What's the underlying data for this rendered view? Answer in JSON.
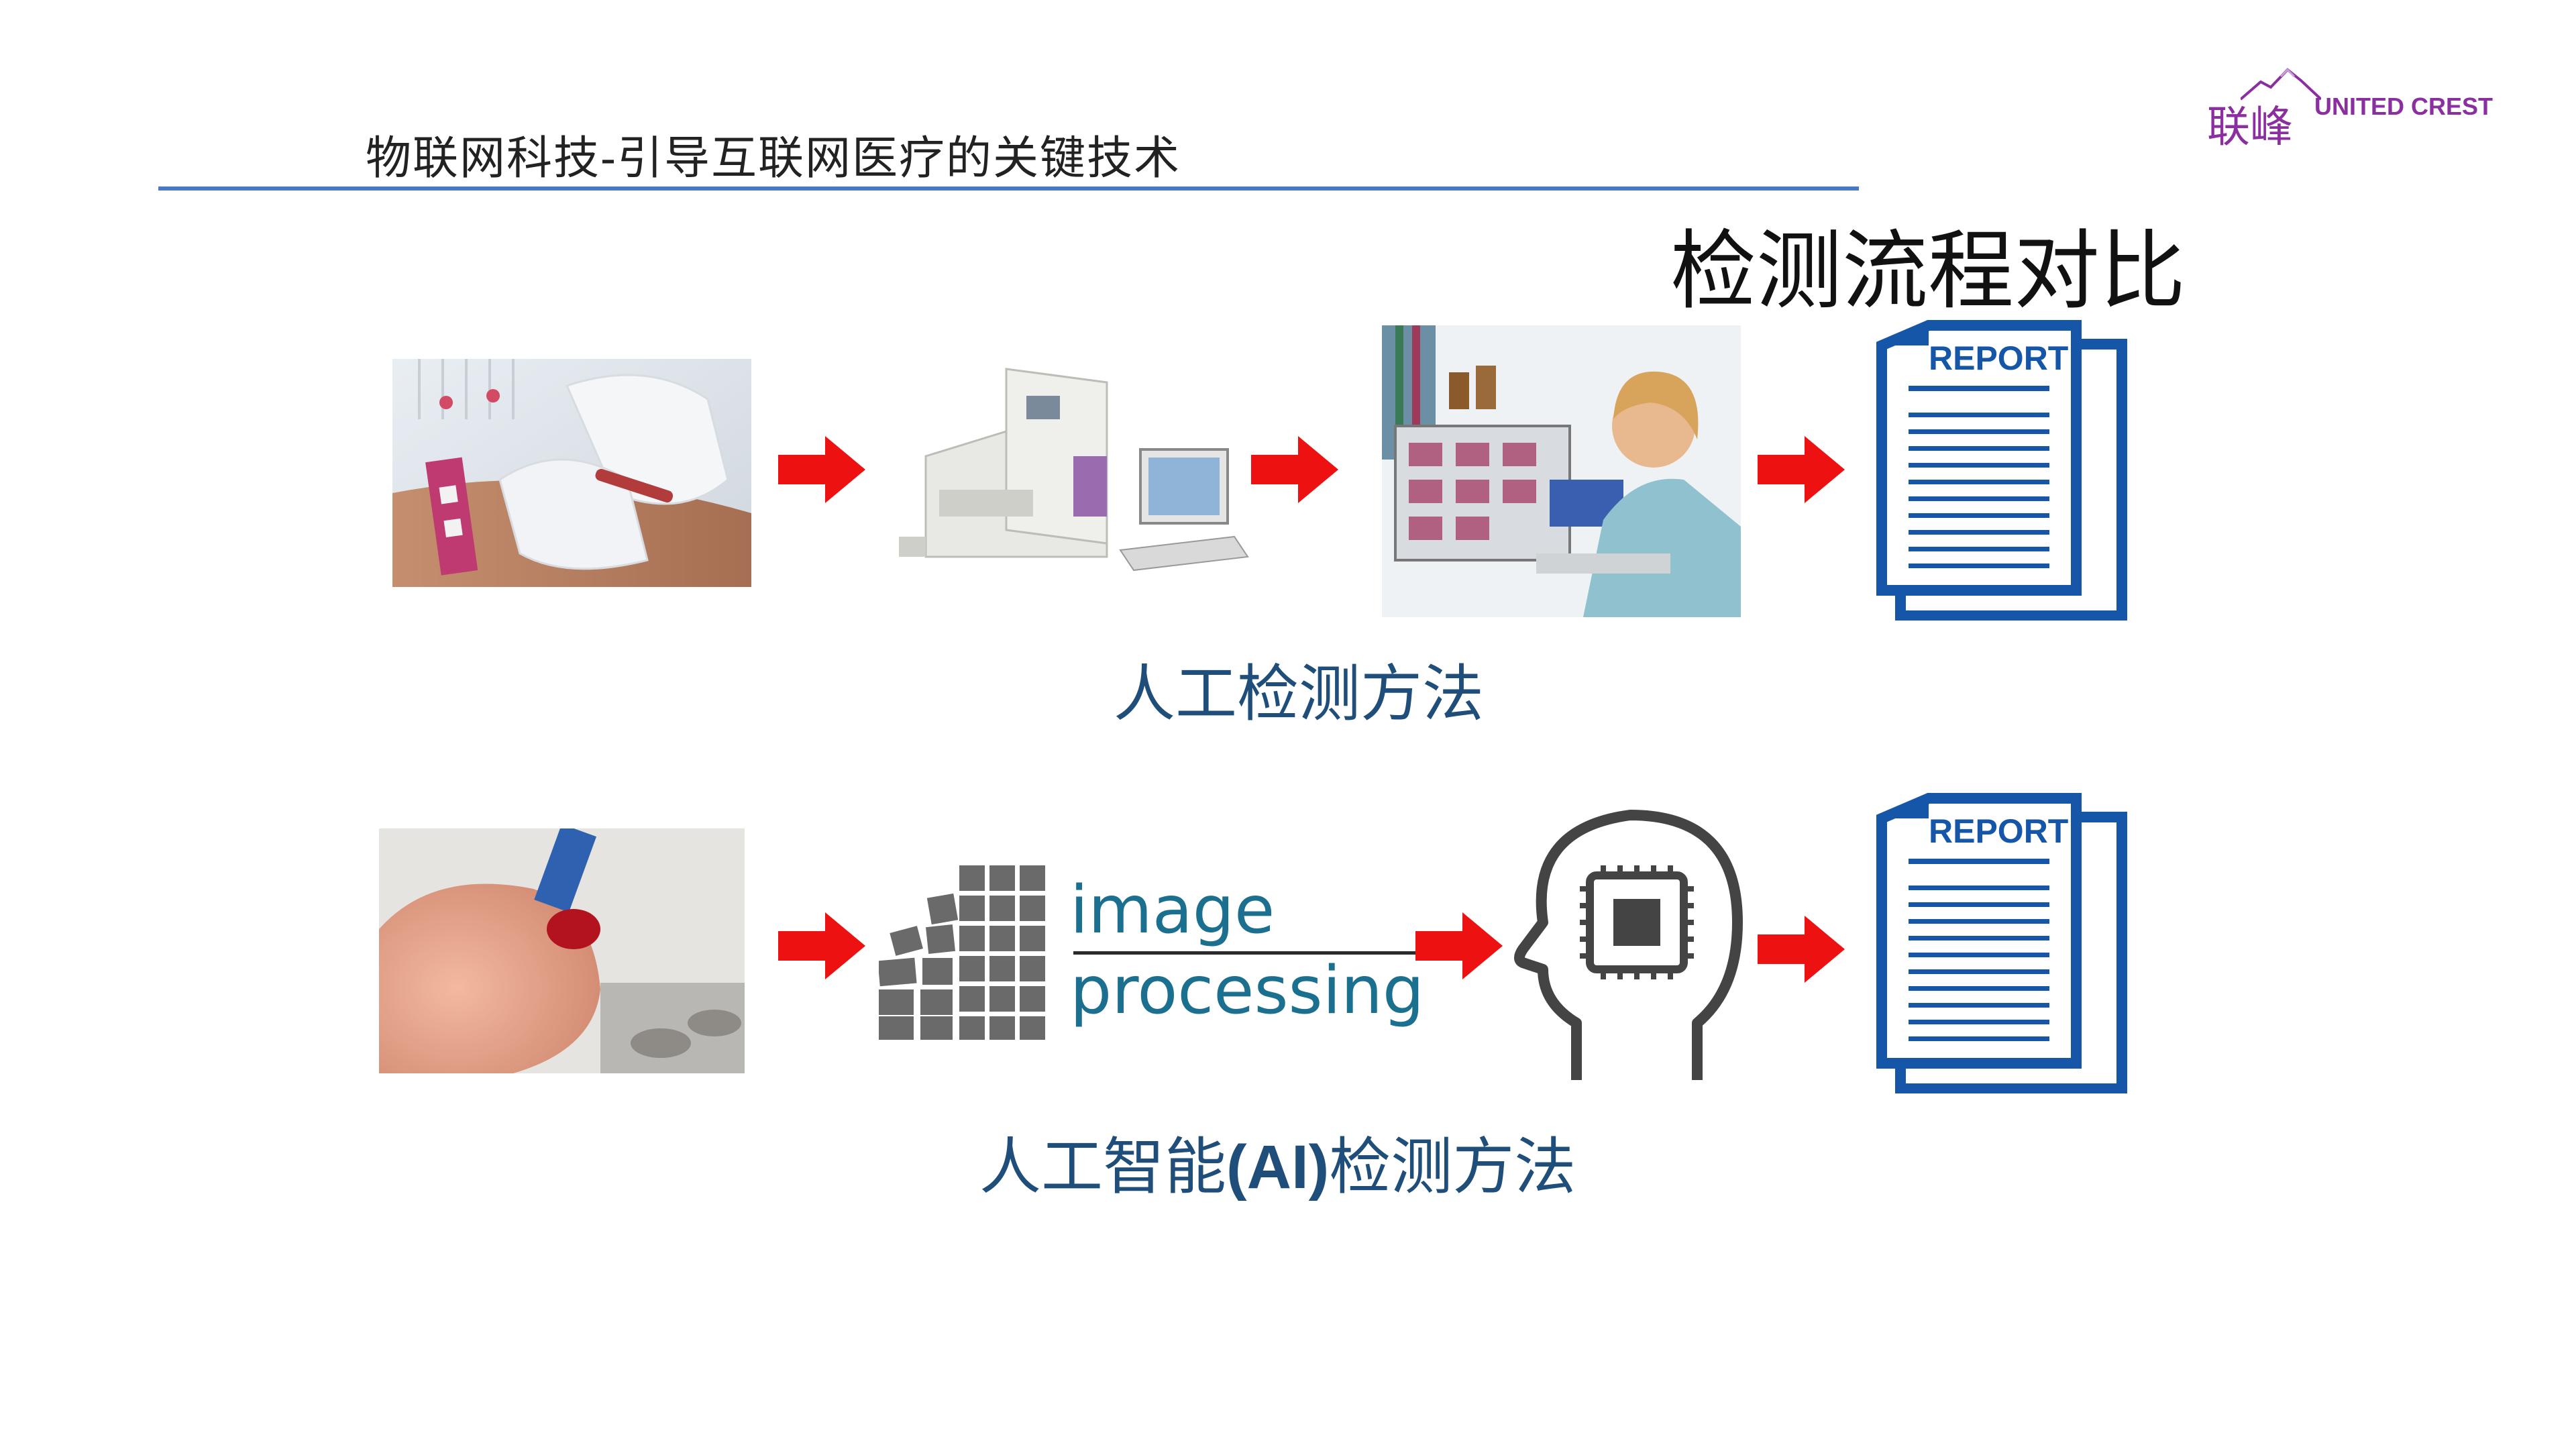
{
  "header": {
    "title": "物联网科技-引导互联网医疗的关键技术"
  },
  "logo": {
    "cn": "联峰",
    "en": "UNITED CREST"
  },
  "main_title": "检测流程对比",
  "rows": {
    "manual": {
      "caption": "人工检测方法",
      "report_label": "REPORT"
    },
    "ai": {
      "caption_prefix": "人工智能",
      "caption_bold": "(AI)",
      "caption_suffix": "检测方法",
      "image_processing_line1": "image",
      "image_processing_line2": "processing",
      "report_label": "REPORT"
    }
  },
  "colors": {
    "arrow": "#ee1111",
    "caption": "#1e4e79",
    "report_blue": "#1656a8",
    "logo_purple": "#8b2fa0",
    "header_rule": "#4a78c2"
  }
}
